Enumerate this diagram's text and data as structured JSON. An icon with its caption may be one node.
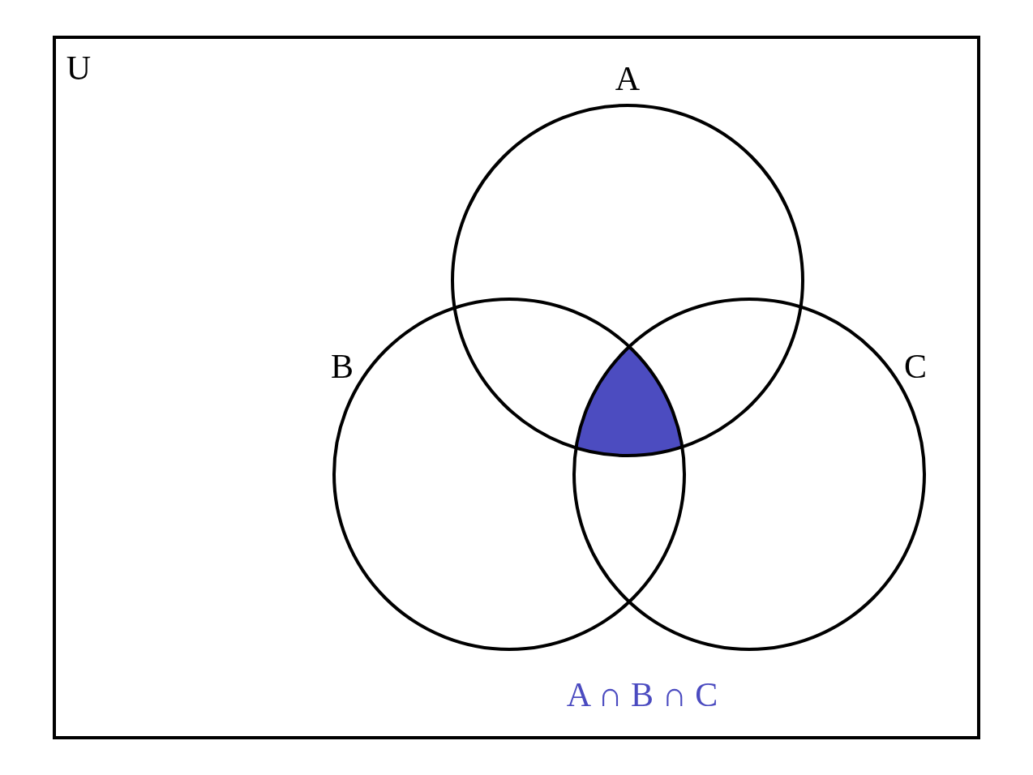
{
  "diagram": {
    "nodes": [
      {
        "text": [
          "U"
        ]
      },
      {
        "text": [
          "A"
        ],
        "in": 0
      },
      {
        "text": [
          "B"
        ],
        "in": 0
      },
      {
        "text": [
          "C"
        ],
        "in": 0
      }
    ],
    "labels": [
      "A ∩ B ∩ C"
    ]
  }
}
